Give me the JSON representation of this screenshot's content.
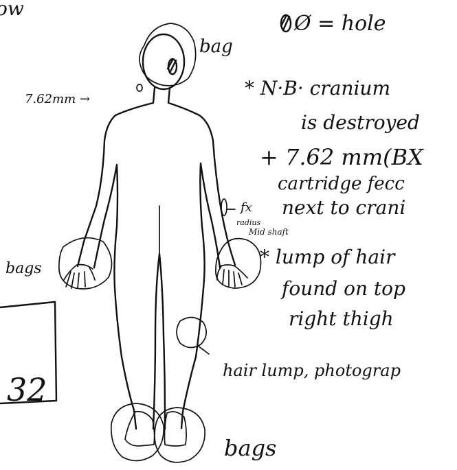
{
  "notes": {
    "top_left": "ow",
    "legend": "Ø = hole",
    "label_bag_head": "bag",
    "label_cartridge_pointer": "7.62mm →",
    "note_line_1": "* N·B· cranium",
    "note_line_2": "is destroyed",
    "note_line_3": "+ 7.62 mm(BX",
    "note_line_4": "cartridge fecc",
    "note_line_5": "next to crani",
    "label_fx": "fx",
    "label_radius": "radius",
    "label_midshaft": "Mid shaft",
    "note_line_6": "* lump of hair",
    "note_line_7": "found on top",
    "note_line_8": "right thigh",
    "label_bags_left": "bags",
    "label_hair_lump": "hair lump, photograp",
    "label_bags_bottom": "bags",
    "box_number": "32"
  }
}
